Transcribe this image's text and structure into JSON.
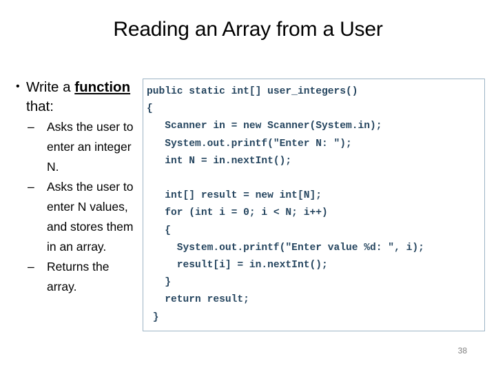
{
  "slide": {
    "title": "Reading an Array from a User",
    "page_number": "38",
    "background_color": "#ffffff"
  },
  "bullets": {
    "level1_marker": "•",
    "level2_marker": "–",
    "items": [
      {
        "level": 1,
        "marker": "•",
        "text_before": "Write a ",
        "emphasis": "function",
        "text_after": " that:"
      },
      {
        "level": 2,
        "marker": "–",
        "text": "Asks the user to enter an integer N."
      },
      {
        "level": 2,
        "marker": "–",
        "text": "Asks the user to enter N values, and stores them in an array."
      },
      {
        "level": 2,
        "marker": "–",
        "text": "Returns the array."
      }
    ]
  },
  "code": {
    "language": "java",
    "text_color": "#25455F",
    "border_color": "#9BB3C4",
    "lines": [
      "public static int[] user_integers()",
      "{",
      "   Scanner in = new Scanner(System.in);",
      "   System.out.printf(\"Enter N: \");",
      "   int N = in.nextInt();",
      "",
      "   int[] result = new int[N];",
      "   for (int i = 0; i < N; i++)",
      "   {",
      "     System.out.printf(\"Enter value %d: \", i);",
      "     result[i] = in.nextInt();",
      "   }",
      "   return result;",
      " }"
    ],
    "body": "public static int[] user_integers()\n{\n   Scanner in = new Scanner(System.in);\n   System.out.printf(\"Enter N: \");\n   int N = in.nextInt();\n\n   int[] result = new int[N];\n   for (int i = 0; i < N; i++)\n   {\n     System.out.printf(\"Enter value %d: \", i);\n     result[i] = in.nextInt();\n   }\n   return result;\n }"
  }
}
